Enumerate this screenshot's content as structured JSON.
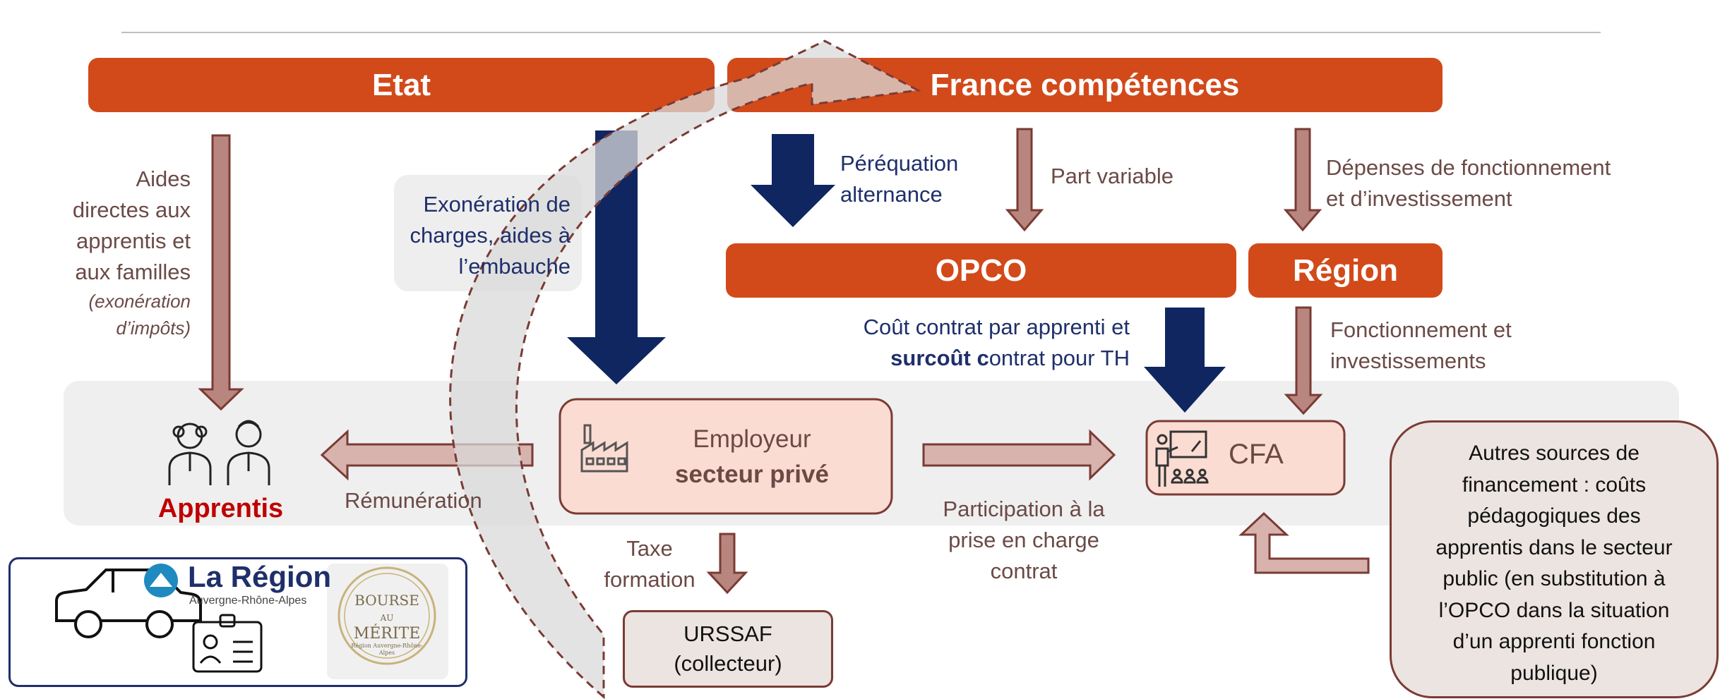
{
  "etat": "Etat",
  "france_competences": "France compétences",
  "opco": "OPCO",
  "region": "Région",
  "aides": {
    "line1": "Aides",
    "line2": "directes aux",
    "line3": "apprentis et",
    "line4": "aux familles",
    "note1": "(exonération",
    "note2": "d’impôts)"
  },
  "exoneration": {
    "line1": "Exonération de",
    "line2": "charges, aides à",
    "line3": "l’embauche"
  },
  "perequation": {
    "line1": "Péréquation",
    "line2": "alternance"
  },
  "part_variable": "Part variable",
  "depenses": {
    "line1": "Dépenses de fonctionnement",
    "line2": "et d’investissement"
  },
  "cout_contrat": {
    "line1": "Coût contrat par apprenti et",
    "line2_bold": "surcoût c",
    "line2_rest": "ontrat pour TH"
  },
  "fonctionnement": {
    "line1": "Fonctionnement et",
    "line2": "investissements"
  },
  "apprentis": "Apprentis",
  "remuneration": "Rémunération",
  "employeur": {
    "line1": "Employeur",
    "line2": "secteur privé"
  },
  "participation": {
    "line1": "Participation à la",
    "line2": "prise en charge",
    "line3": "contrat"
  },
  "cfa": "CFA",
  "taxe": {
    "line1": "Taxe",
    "line2": "formation"
  },
  "urssaf": {
    "line1": "URSSAF",
    "line2": "(collecteur)"
  },
  "autres": {
    "line1": "Autres sources de",
    "line2": "financement : coûts",
    "line3": "pédagogiques des",
    "line4": "apprentis dans le secteur",
    "line5": "public (en substitution à",
    "line6": "l’OPCO dans la situation",
    "line7": "d’un apprenti fonction",
    "line8": "publique)"
  },
  "logo": {
    "region_title": "La Région",
    "region_sub": "Auvergne-Rhône-Alpes",
    "bourse1": "BOURSE",
    "bourse_au": "AU",
    "bourse2": "MÉRITE",
    "bourse_small": "Région Auvergne-Rhône-Alpes"
  },
  "colors": {
    "orange": "#d24a1a",
    "navy": "#0f2660",
    "brown_arrow": "#b8867f",
    "brown_border": "#7a3b35",
    "apprentis_red": "#c00000"
  }
}
